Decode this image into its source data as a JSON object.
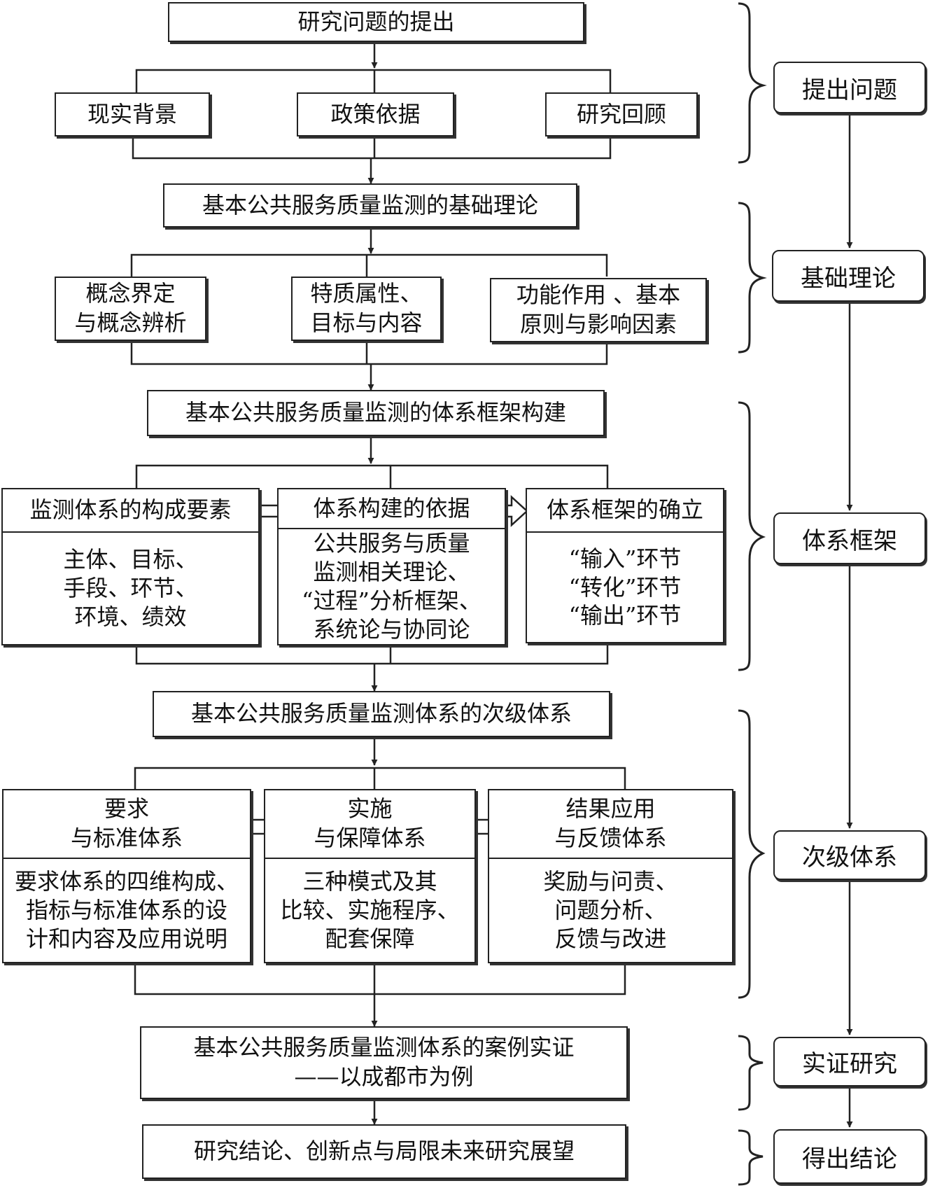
{
  "main_flow": {
    "research_question": "研究问题的提出",
    "background": [
      "现实背景",
      "政策依据",
      "研究回顾"
    ],
    "theory_title": "基本公共服务质量监测的基础理论",
    "theory_items": [
      "概念界定\n与概念辨析",
      "特质属性、\n目标与内容",
      "功能作用 、基本\n原则与影响因素"
    ],
    "framework_title": "基本公共服务质量监测的体系框架构建",
    "framework_items": [
      {
        "title": "监测体系的构成要素",
        "content": "主体、目标、\n手段、环节、\n环境、绩效"
      },
      {
        "title": "体系构建的依据",
        "content": "公共服务与质量\n监测相关理论、\n“过程”分析框架、\n系统论与协同论"
      },
      {
        "title": "体系框架的确立",
        "content": "“输入”环节\n“转化”环节\n“输出”环节"
      }
    ],
    "subsystem_title": "基本公共服务质量监测体系的次级体系",
    "subsystem_items": [
      {
        "title": "要求\n与标准体系",
        "content": "要求体系的四维构成、\n指标与标准体系的设\n计和内容及应用说明"
      },
      {
        "title": "实施\n与保障体系",
        "content": "三种模式及其\n比较、实施程序、\n配套保障"
      },
      {
        "title": "结果应用\n与反馈体系",
        "content": "奖励与问责、\n问题分析、\n反馈与改进"
      }
    ],
    "case_title": "基本公共服务质量监测体系的案例实证\n——以成都市为例",
    "conclusion_title": "研究结论、创新点与局限未来研究展望"
  },
  "stages": [
    "提出问题",
    "基础理论",
    "体系框架",
    "次级体系",
    "实证研究",
    "得出结论"
  ]
}
